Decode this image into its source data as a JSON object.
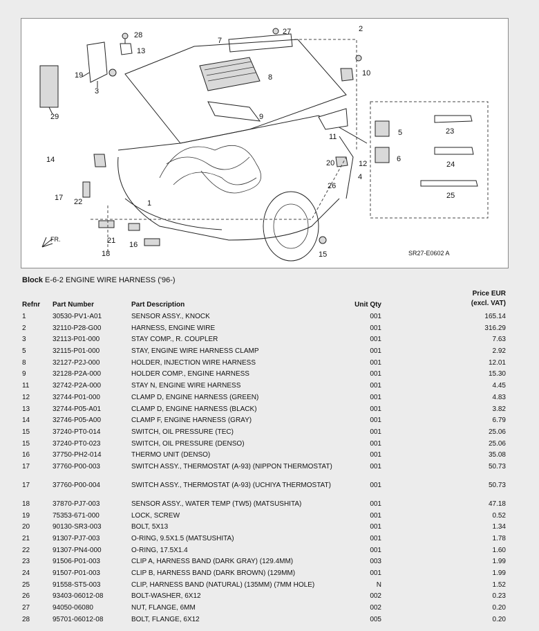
{
  "diagram": {
    "code": "SR27-E0602 A",
    "direction_label": "FR.",
    "callouts": [
      "1",
      "2",
      "3",
      "4",
      "5",
      "6",
      "7",
      "8",
      "9",
      "10",
      "11",
      "12",
      "13",
      "14",
      "15",
      "16",
      "17",
      "18",
      "19",
      "20",
      "21",
      "22",
      "23",
      "24",
      "25",
      "26",
      "27",
      "28",
      "29"
    ]
  },
  "block": {
    "label": "Block",
    "title": "E-6-2 ENGINE WIRE HARNESS ('96-)"
  },
  "columns": {
    "ref": "Refnr",
    "part_number": "Part Number",
    "description": "Part Description",
    "qty": "Unit Qty",
    "price_line1": "Price EUR",
    "price_line2": "(excl. VAT)"
  },
  "rows": [
    {
      "ref": "1",
      "pn": "30530-PV1-A01",
      "desc": "SENSOR ASSY., KNOCK",
      "qty": "001",
      "price": "165.14"
    },
    {
      "ref": "2",
      "pn": "32110-P28-G00",
      "desc": "HARNESS, ENGINE WIRE",
      "qty": "001",
      "price": "316.29"
    },
    {
      "ref": "3",
      "pn": "32113-P01-000",
      "desc": "STAY COMP., R. COUPLER",
      "qty": "001",
      "price": "7.63"
    },
    {
      "ref": "5",
      "pn": "32115-P01-000",
      "desc": "STAY, ENGINE WIRE HARNESS CLAMP",
      "qty": "001",
      "price": "2.92"
    },
    {
      "ref": "8",
      "pn": "32127-P2J-000",
      "desc": "HOLDER, INJECTION WIRE HARNESS",
      "qty": "001",
      "price": "12.01"
    },
    {
      "ref": "9",
      "pn": "32128-P2A-000",
      "desc": "HOLDER COMP., ENGINE HARNESS",
      "qty": "001",
      "price": "15.30"
    },
    {
      "ref": "11",
      "pn": "32742-P2A-000",
      "desc": "STAY N, ENGINE WIRE HARNESS",
      "qty": "001",
      "price": "4.45"
    },
    {
      "ref": "12",
      "pn": "32744-P01-000",
      "desc": "CLAMP D, ENGINE HARNESS (GREEN)",
      "qty": "001",
      "price": "4.83"
    },
    {
      "ref": "13",
      "pn": "32744-P05-A01",
      "desc": "CLAMP D, ENGINE HARNESS (BLACK)",
      "qty": "001",
      "price": "3.82"
    },
    {
      "ref": "14",
      "pn": "32746-P05-A00",
      "desc": "CLAMP F, ENGINE HARNESS (GRAY)",
      "qty": "001",
      "price": "6.79"
    },
    {
      "ref": "15",
      "pn": "37240-PT0-014",
      "desc": "SWITCH, OIL PRESSURE (TEC)",
      "qty": "001",
      "price": "25.06"
    },
    {
      "ref": "15",
      "pn": "37240-PT0-023",
      "desc": "SWITCH, OIL PRESSURE (DENSO)",
      "qty": "001",
      "price": "25.06"
    },
    {
      "ref": "16",
      "pn": "37750-PH2-014",
      "desc": "THERMO UNIT (DENSO)",
      "qty": "001",
      "price": "35.08"
    },
    {
      "ref": "17",
      "pn": "37760-P00-003",
      "desc": "SWITCH ASSY., THERMOSTAT (A-93) (NIPPON THERMOSTAT)",
      "qty": "001",
      "price": "50.73",
      "tall": true
    },
    {
      "ref": "17",
      "pn": "37760-P00-004",
      "desc": "SWITCH ASSY., THERMOSTAT (A-93) (UCHIYA THERMOSTAT)",
      "qty": "001",
      "price": "50.73",
      "tall": true
    },
    {
      "ref": "18",
      "pn": "37870-PJ7-003",
      "desc": "SENSOR ASSY., WATER TEMP (TW5) (MATSUSHITA)",
      "qty": "001",
      "price": "47.18"
    },
    {
      "ref": "19",
      "pn": "75353-671-000",
      "desc": "LOCK, SCREW",
      "qty": "001",
      "price": "0.52"
    },
    {
      "ref": "20",
      "pn": "90130-SR3-003",
      "desc": "BOLT, 5X13",
      "qty": "001",
      "price": "1.34"
    },
    {
      "ref": "21",
      "pn": "91307-PJ7-003",
      "desc": "O-RING, 9.5X1.5 (MATSUSHITA)",
      "qty": "001",
      "price": "1.78"
    },
    {
      "ref": "22",
      "pn": "91307-PN4-000",
      "desc": "O-RING, 17.5X1.4",
      "qty": "001",
      "price": "1.60"
    },
    {
      "ref": "23",
      "pn": "91506-P01-003",
      "desc": "CLIP A, HARNESS BAND (DARK GRAY) (129.4MM)",
      "qty": "003",
      "price": "1.99"
    },
    {
      "ref": "24",
      "pn": "91507-P01-003",
      "desc": "CLIP B, HARNESS BAND (DARK BROWN) (129MM)",
      "qty": "001",
      "price": "1.99"
    },
    {
      "ref": "25",
      "pn": "91558-ST5-003",
      "desc": "CLIP, HARNESS BAND (NATURAL) (135MM) (7MM HOLE)",
      "qty": "N",
      "price": "1.52"
    },
    {
      "ref": "26",
      "pn": "93403-06012-08",
      "desc": "BOLT-WASHER, 6X12",
      "qty": "002",
      "price": "0.23"
    },
    {
      "ref": "27",
      "pn": "94050-06080",
      "desc": "NUT, FLANGE, 6MM",
      "qty": "002",
      "price": "0.20"
    },
    {
      "ref": "28",
      "pn": "95701-06012-08",
      "desc": "BOLT, FLANGE, 6X12",
      "qty": "005",
      "price": "0.20"
    }
  ]
}
